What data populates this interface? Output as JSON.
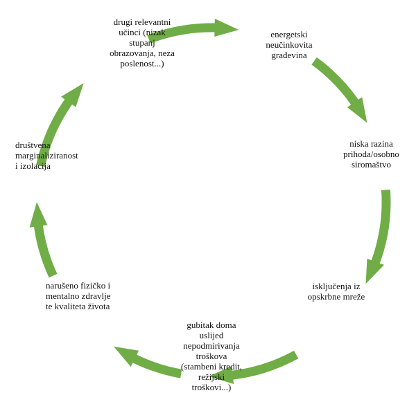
{
  "diagram": {
    "type": "cycle",
    "arrow_color": "#70ad47",
    "steps": [
      {
        "id": "energy",
        "label": "energetski\nneučinkovita\ngrađevina"
      },
      {
        "id": "income",
        "label": "niska razina\nprihoda/osobno\nsiromaštvo"
      },
      {
        "id": "disconnect",
        "label": "isključenja iz\nopskrbne mreže"
      },
      {
        "id": "home-loss",
        "label": "gubitak doma\nuslijed\nnepodmirivanja\ntroškova\n(stambeni kredit,\nrežijski\ntroškovi...)"
      },
      {
        "id": "health",
        "label": "narušeno fizičko i\nmentalno zdravlje\nte kvaliteta života"
      },
      {
        "id": "social",
        "label": "društvena\nmarginaliziranost\ni izolacija"
      },
      {
        "id": "other",
        "label": "drugi relevantni\nučinci (nizak\nstupanj\nobrazovanja, neza\nposlenost...)"
      }
    ]
  }
}
